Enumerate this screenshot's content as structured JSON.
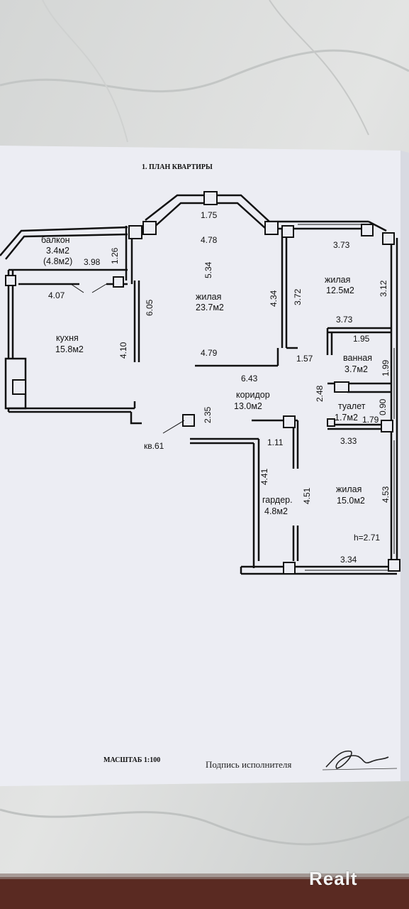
{
  "header": "1. ПЛАН КВАРТИРЫ",
  "scale": "МАСШТАБ 1:100",
  "signature_label": "Подпись исполнителя",
  "apartment_label": "кв.61",
  "ceiling_height": "h=2.71",
  "rooms": {
    "balcony": {
      "name": "балкон",
      "area": "3.4м2",
      "area_alt": "(4.8м2)"
    },
    "kitchen": {
      "name": "кухня",
      "area": "15.8м2"
    },
    "living_main": {
      "name": "жилая",
      "area": "23.7м2"
    },
    "living_ne": {
      "name": "жилая",
      "area": "12.5м2"
    },
    "bathroom": {
      "name": "ванная",
      "area": "3.7м2"
    },
    "toilet": {
      "name": "туалет",
      "area": "1.7м2"
    },
    "corridor": {
      "name": "коридор",
      "area": "13.0м2"
    },
    "wardrobe": {
      "name": "гардер.",
      "area": "4.8м2"
    },
    "living_se": {
      "name": "жилая",
      "area": "15.0м2"
    }
  },
  "dims": {
    "d175": "1.75",
    "d478": "4.78",
    "d534": "5.34",
    "d126": "1.26",
    "d398": "3.98",
    "d407": "4.07",
    "d605": "6.05",
    "d410": "4.10",
    "d434": "4.34",
    "d372": "3.72",
    "d479": "4.79",
    "d157": "1.57",
    "d643": "6.43",
    "d235": "2.35",
    "d373a": "3.73",
    "d312": "3.12",
    "d373b": "3.73",
    "d195": "1.95",
    "d199": "1.99",
    "d248": "2.48",
    "d090": "0.90",
    "d179": "1.79",
    "d333": "3.33",
    "d111": "1.11",
    "d441": "4.41",
    "d451": "4.51",
    "d453": "4.53",
    "d334": "3.34"
  },
  "watermark": "Realt"
}
